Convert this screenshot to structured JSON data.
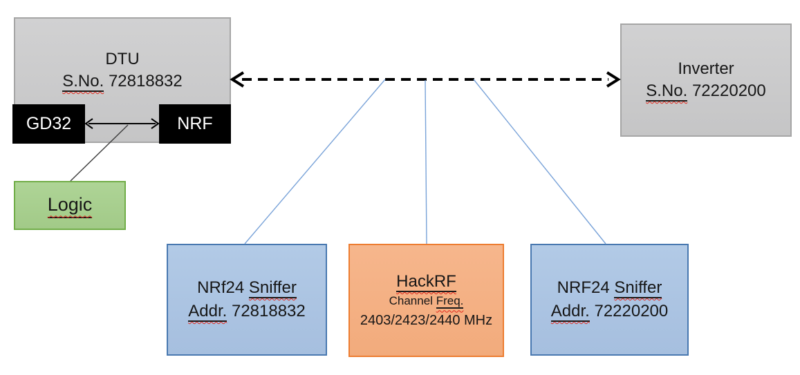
{
  "diagram": {
    "dtu": {
      "title": "DTU",
      "serial_label": "S.No.",
      "serial_number": "72818832"
    },
    "gd32": {
      "label": "GD32"
    },
    "nrf": {
      "label": "NRF"
    },
    "logic": {
      "label": "Logic"
    },
    "inverter": {
      "title": "Inverter",
      "serial_label": "S.No.",
      "serial_number": "72220200"
    },
    "sniffer_left": {
      "name_prefix": "NRf24",
      "name_underlined": "Sniffer",
      "addr_label": "Addr.",
      "addr_value": "72818832"
    },
    "hackrf": {
      "title": "HackRF",
      "subtitle_prefix": "Channel",
      "subtitle_underlined": "Freq.",
      "frequencies": "2403/2423/2440 MHz"
    },
    "sniffer_right": {
      "name_prefix": "NRF24",
      "name_underlined": "Sniffer",
      "addr_label": "Addr.",
      "addr_value": "72220200"
    },
    "edges": [
      {
        "from": "dtu",
        "to": "inverter",
        "style": "dashed-double-arrow"
      },
      {
        "from": "gd32",
        "to": "nrf",
        "style": "solid-double-arrow"
      },
      {
        "from": "gd32-nrf-arrow",
        "to": "logic",
        "style": "thin-line"
      },
      {
        "from": "dashed-link",
        "to": "sniffer_left",
        "style": "thin-blue-line"
      },
      {
        "from": "dashed-link",
        "to": "hackrf",
        "style": "thin-blue-line"
      },
      {
        "from": "dashed-link",
        "to": "sniffer_right",
        "style": "thin-blue-line"
      }
    ],
    "colors": {
      "gray_fill": "#c9caca",
      "gray_border": "#a5a5a5",
      "chip_fill": "#000000",
      "chip_text": "#ffffff",
      "green_fill": "#a9d18e",
      "green_border": "#70ad47",
      "blue_fill": "#abc4e2",
      "blue_border": "#4878b0",
      "orange_fill": "#f4b183",
      "orange_border": "#ed7d31",
      "connector_blue": "#78a2d8",
      "arrow_black": "#000000",
      "spellcheck_red": "#e3291d",
      "text": "#161616"
    }
  }
}
